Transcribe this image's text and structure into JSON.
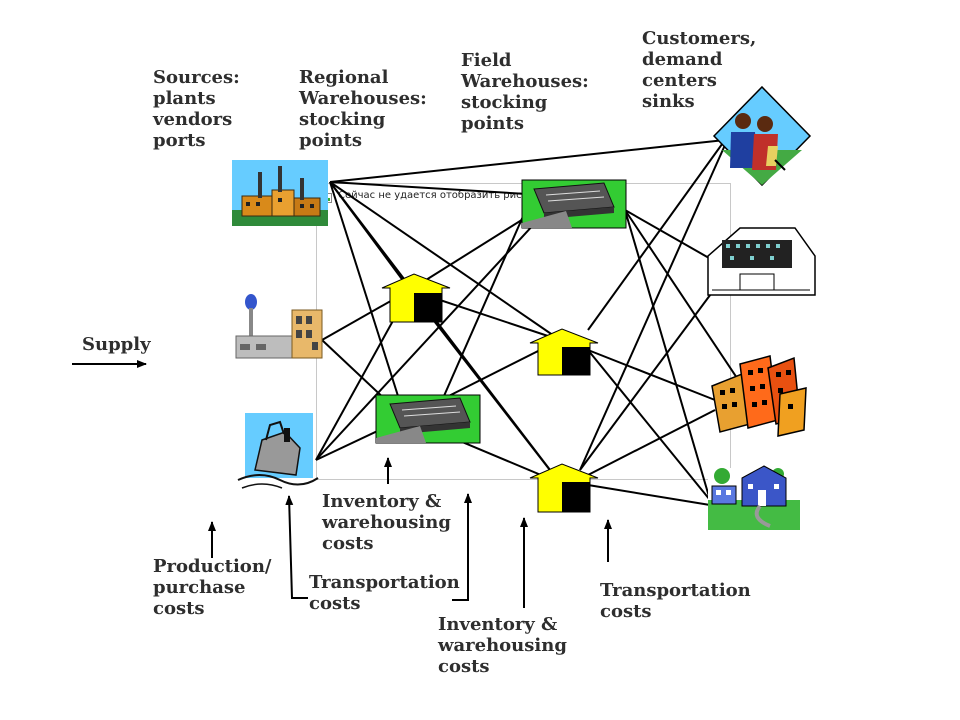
{
  "labels": {
    "sources": "Sources:\nplants\nvendors\nports",
    "regional": "Regional\nWarehouses:\nstocking\npoints",
    "field": "Field\nWarehouses:\nstocking\npoints",
    "customers": "Customers,\ndemand\ncenters\nsinks",
    "supply": "Supply",
    "inventory_1": "Inventory &\nwarehousing\ncosts",
    "production": "Production/\npurchase\ncosts",
    "transport_1": "Transportation\ncosts",
    "inventory_2": "Inventory &\nwarehousing\ncosts",
    "transport_2": "Transportation\ncosts"
  },
  "broken_image_text": "Сейчас не удается отобразить рисунок.",
  "colors": {
    "edge": "#000000",
    "warehouse_yellow": "#ffff00",
    "warehouse_green": "#33cc33",
    "sky": "#66ccff"
  },
  "nodes": {
    "sources": [
      "factory-icon",
      "water-tower-plant-icon",
      "ship-port-icon"
    ],
    "regional": [
      "regional-warehouse-1",
      "regional-warehouse-2"
    ],
    "field": [
      "field-warehouse-1",
      "field-warehouse-2",
      "field-warehouse-3"
    ],
    "customers": [
      "customers-people-icon",
      "mall-icon",
      "city-buildings-icon",
      "town-house-icon"
    ]
  }
}
